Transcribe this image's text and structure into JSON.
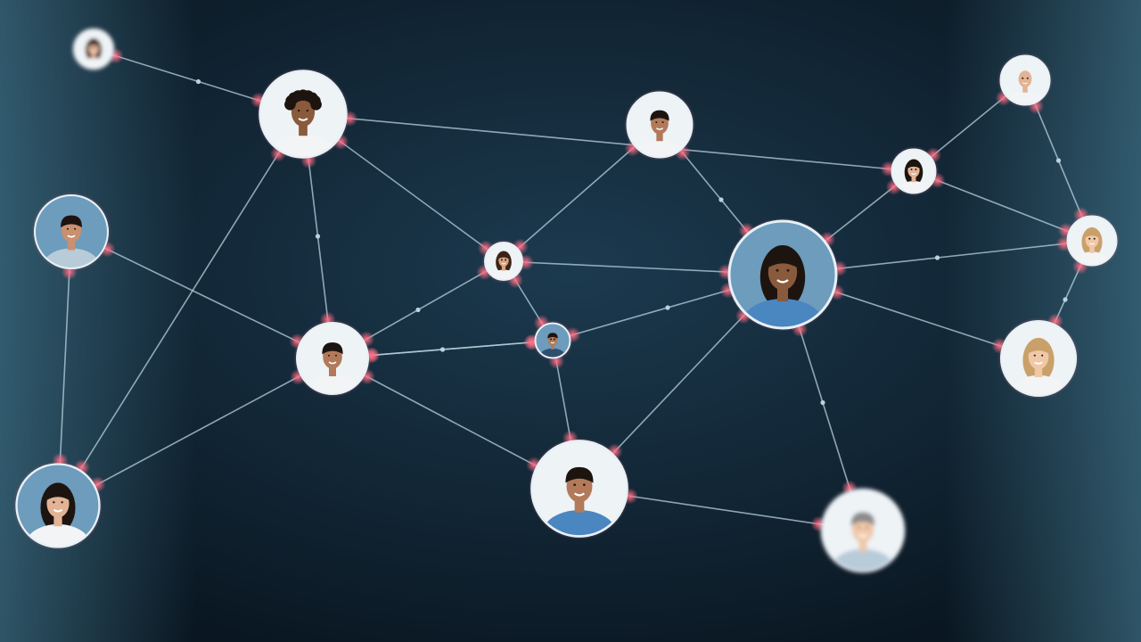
{
  "colors": {
    "background_center": "#1c3a4f",
    "background_edge": "#07111a",
    "glow_teal": "#4f8da6",
    "link_line": "#b9d2df",
    "node_glow": "#ff6f86",
    "avatar_ring": "#e6f1f7",
    "avatar_bg_light": "#eef3f6",
    "avatar_bg_blue": "#6d9cbd",
    "skin_tones": [
      "#c99070",
      "#b27a5a",
      "#e2b394",
      "#8a5a3c",
      "#d9a583",
      "#f0c8a8"
    ],
    "hair_tones": [
      "#1d1410",
      "#3a2418",
      "#caa06a",
      "#8c8c8c",
      "#5b3a25"
    ],
    "shirt_tones": [
      "#4a86c0",
      "#f2f4f6",
      "#6a9dc9",
      "#2f4f6f",
      "#b8cbd9"
    ]
  },
  "nodes": [
    {
      "id": "n1",
      "hair": "dark-long",
      "skin": 2,
      "hair_c": 1,
      "shirt": 1,
      "bg": "light"
    },
    {
      "id": "n2",
      "hair": "curly",
      "skin": 3,
      "hair_c": 0,
      "shirt": 1,
      "bg": "light"
    },
    {
      "id": "n3",
      "hair": "short",
      "skin": 1,
      "hair_c": 0,
      "shirt": 1,
      "bg": "light"
    },
    {
      "id": "n4",
      "hair": "bald",
      "skin": 2,
      "hair_c": 3,
      "shirt": 1,
      "bg": "light"
    },
    {
      "id": "n5",
      "hair": "dark-long",
      "skin": 2,
      "hair_c": 0,
      "shirt": 1,
      "bg": "light"
    },
    {
      "id": "n6",
      "hair": "short",
      "skin": 0,
      "hair_c": 0,
      "shirt": 4,
      "bg": "blue"
    },
    {
      "id": "n7",
      "hair": "dark-long",
      "skin": 4,
      "hair_c": 1,
      "shirt": 1,
      "bg": "light"
    },
    {
      "id": "n8",
      "hair": "dark-long",
      "skin": 3,
      "hair_c": 0,
      "shirt": 0,
      "bg": "blue"
    },
    {
      "id": "n9",
      "hair": "short",
      "skin": 1,
      "hair_c": 0,
      "shirt": 1,
      "bg": "light"
    },
    {
      "id": "n10",
      "hair": "blonde-long",
      "skin": 5,
      "hair_c": 2,
      "shirt": 1,
      "bg": "light"
    },
    {
      "id": "n11",
      "hair": "short",
      "skin": 1,
      "hair_c": 0,
      "shirt": 3,
      "bg": "blue"
    },
    {
      "id": "n12",
      "hair": "blonde-long",
      "skin": 5,
      "hair_c": 2,
      "shirt": 1,
      "bg": "light"
    },
    {
      "id": "n13",
      "hair": "dark-long",
      "skin": 2,
      "hair_c": 0,
      "shirt": 1,
      "bg": "blue"
    },
    {
      "id": "n14",
      "hair": "short",
      "skin": 1,
      "hair_c": 0,
      "shirt": 0,
      "bg": "light"
    },
    {
      "id": "n15",
      "hair": "gray-short",
      "skin": 5,
      "hair_c": 3,
      "shirt": 4,
      "bg": "light"
    }
  ],
  "edges": [
    [
      "n1",
      "n2"
    ],
    [
      "n2",
      "n7"
    ],
    [
      "n2",
      "n5"
    ],
    [
      "n2",
      "n9"
    ],
    [
      "n2",
      "n13"
    ],
    [
      "n3",
      "n7"
    ],
    [
      "n3",
      "n8"
    ],
    [
      "n5",
      "n8"
    ],
    [
      "n4",
      "n5"
    ],
    [
      "n4",
      "n10"
    ],
    [
      "n6",
      "n9"
    ],
    [
      "n6",
      "n13"
    ],
    [
      "n7",
      "n9"
    ],
    [
      "n7",
      "n11"
    ],
    [
      "n7",
      "n8"
    ],
    [
      "n9",
      "n11"
    ],
    [
      "n9",
      "n14"
    ],
    [
      "n9",
      "n13"
    ],
    [
      "n11",
      "n8"
    ],
    [
      "n11",
      "n14"
    ],
    [
      "n11",
      "n9"
    ],
    [
      "n8",
      "n10"
    ],
    [
      "n8",
      "n12"
    ],
    [
      "n8",
      "n14"
    ],
    [
      "n8",
      "n15"
    ],
    [
      "n5",
      "n10"
    ],
    [
      "n14",
      "n15"
    ],
    [
      "n12",
      "n10"
    ]
  ]
}
